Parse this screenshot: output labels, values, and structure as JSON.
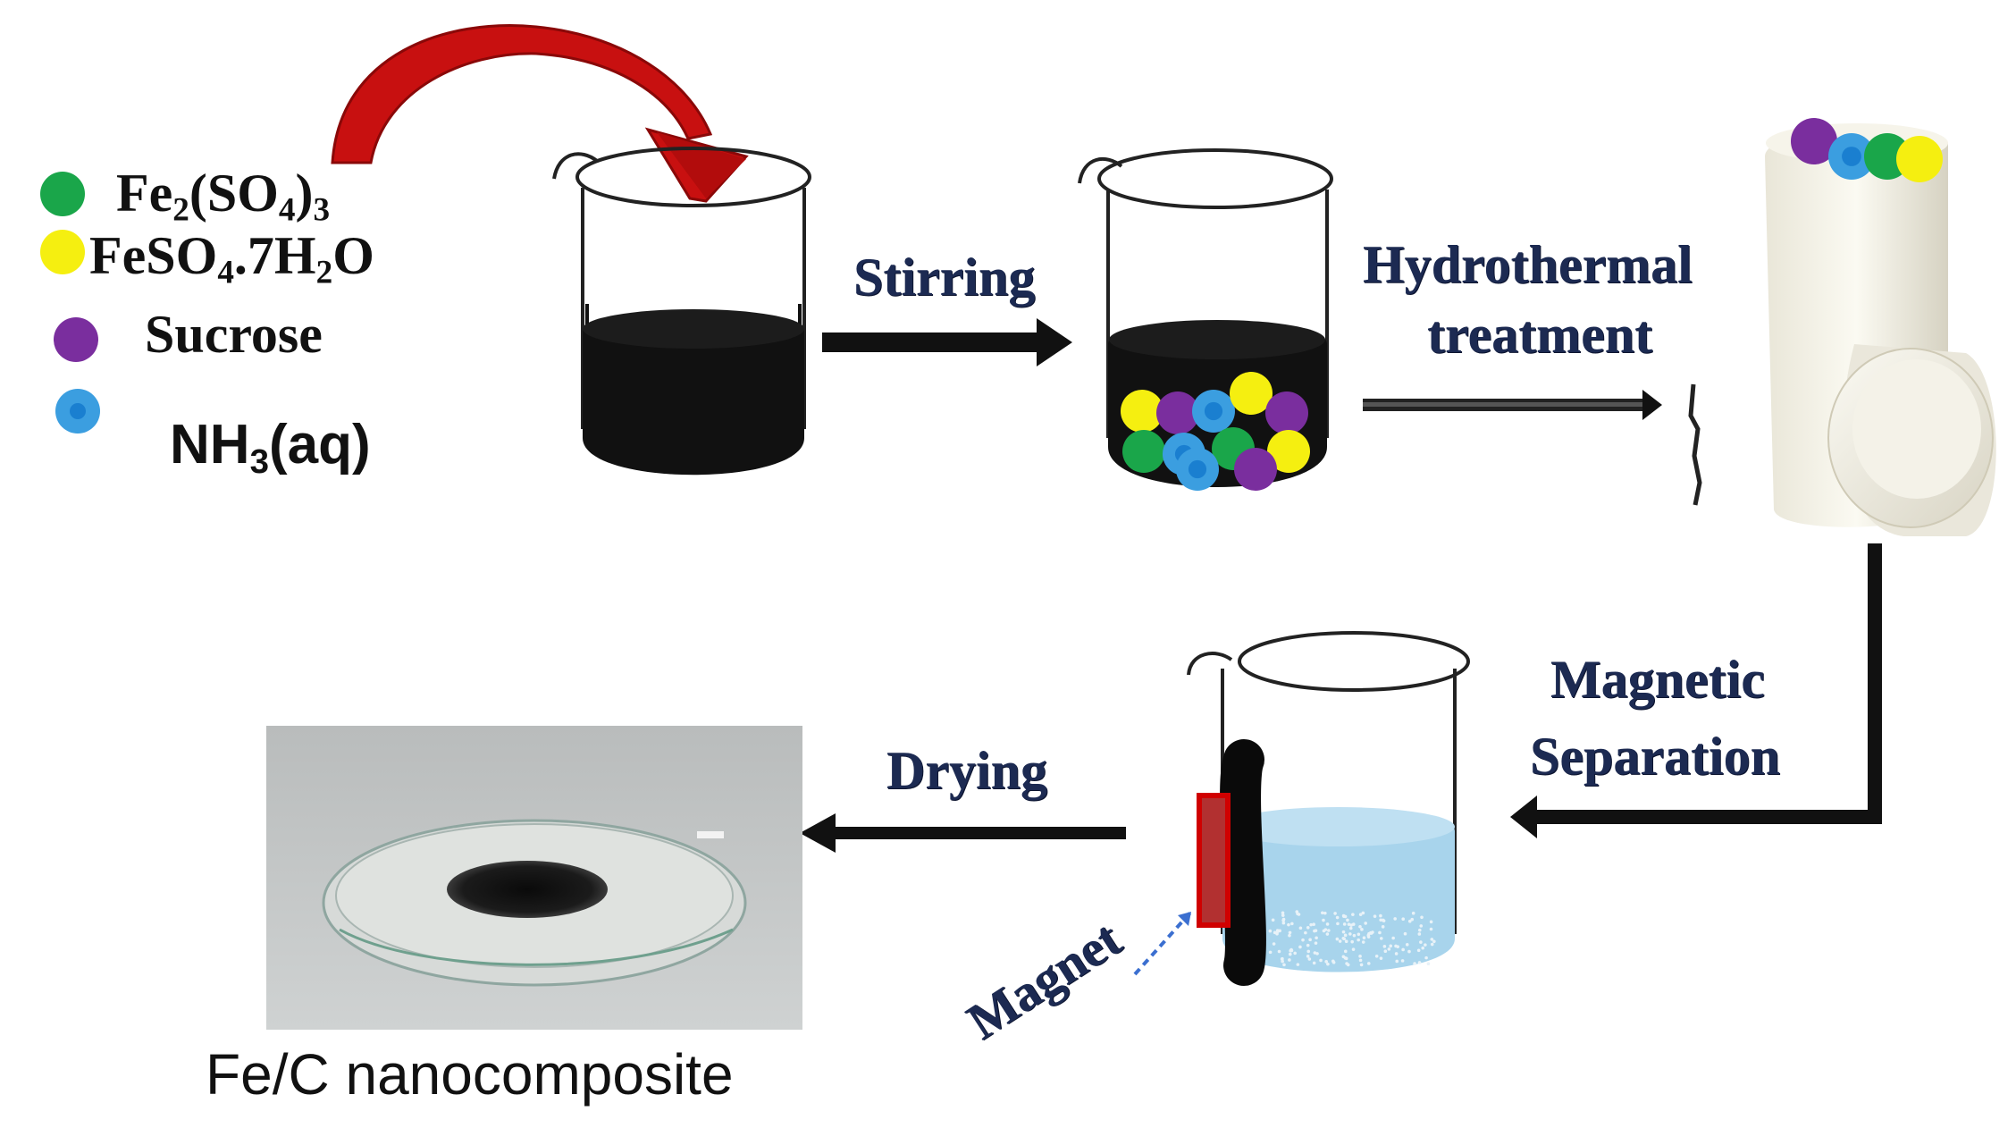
{
  "colors": {
    "fe2so43": "#1aa64a",
    "feso4": "#f5ef10",
    "sucrose": "#7a2e9e",
    "nh3": "#3b9ee0",
    "nh3_core": "#1a7fd0",
    "arrow_red": "#c81010",
    "step_label": "#1c2a52",
    "liquid_dark": "#111111",
    "liquid_blue": "#a8d4ec",
    "magnet": "#b23030"
  },
  "legend": {
    "items": [
      {
        "key": "fe2so43",
        "main": "Fe",
        "sub1": "2",
        "mid": "(SO",
        "sub2": "4",
        "end": ")",
        "sub3": "3",
        "color": "#1aa64a"
      },
      {
        "key": "feso4",
        "main": "FeSO",
        "sub1": "4",
        "mid": ".7H",
        "sub2": "2",
        "end": "O",
        "color": "#f5ef10"
      },
      {
        "key": "sucrose",
        "label": "Sucrose",
        "color": "#7a2e9e"
      },
      {
        "key": "nh3",
        "main": "NH",
        "sub1": "3",
        "end": "(aq)",
        "color": "#3b9ee0"
      }
    ]
  },
  "steps": {
    "stirring": "Stirring",
    "hydro_line1": "Hydrothermal",
    "hydro_line2": "treatment",
    "magnetic_line1": "Magnetic",
    "magnetic_line2": "Separation",
    "drying": "Drying",
    "magnet": "Magnet"
  },
  "product": {
    "label": "Fe/C nanocomposite"
  },
  "icons": {
    "curved_arrow": "curved-red-arrow-icon",
    "beaker": "beaker-icon",
    "autoclave": "autoclave-icon",
    "petri_dish": "petri-dish-photo"
  }
}
